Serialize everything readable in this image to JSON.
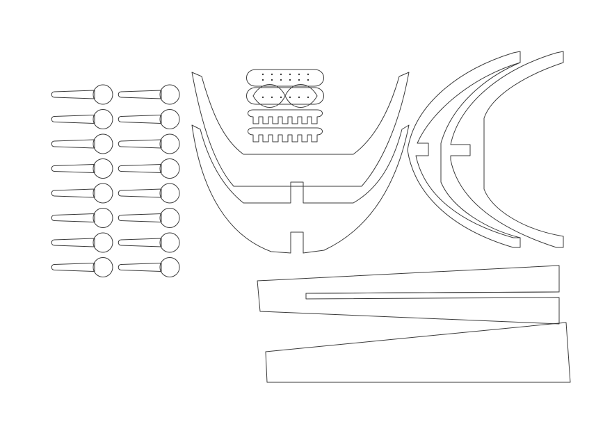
{
  "title": "",
  "colors": {
    "background": "#ffffff",
    "line": "#3a3a3a"
  },
  "parts": {
    "pins": {
      "rows": 8,
      "columns": 2
    },
    "hub_plates": {
      "count": 4
    },
    "curved_arms": {
      "count": 4
    },
    "tapered_strips": {
      "count": 3
    }
  }
}
